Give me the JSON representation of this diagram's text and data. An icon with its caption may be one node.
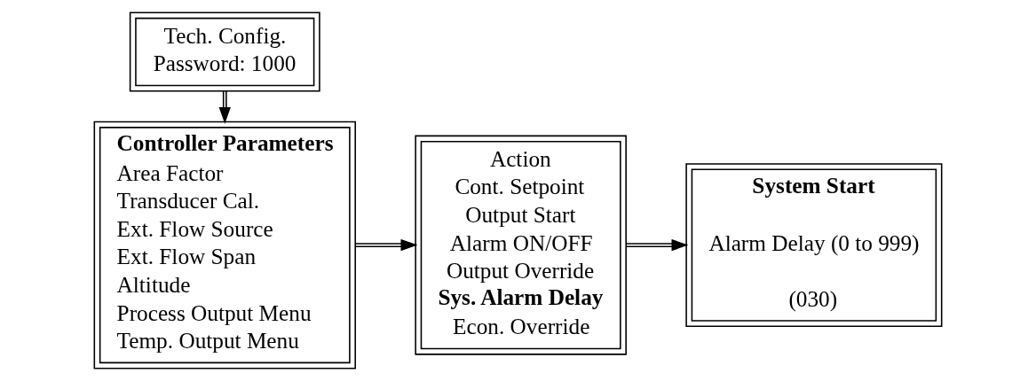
{
  "diagram": {
    "nodes": [
      {
        "text": [
          "Tech. Config.",
          "Password: 1000"
        ]
      },
      {
        "text": [
          "Controller Parameters",
          "Area Factor",
          "Transducer Cal.",
          "Ext. Flow Source",
          "Ext. Flow Span",
          "Altitude",
          "Process Output Menu",
          "Temp. Output Menu"
        ]
      },
      {
        "text": [
          "Action",
          "Cont. Setpoint",
          "Output Start",
          "Alarm ON/OFF",
          "Output Override",
          "Sys. Alarm Delay",
          "Econ. Override"
        ]
      },
      {
        "text": [
          "System Start",
          "Alarm Delay (0 to 999)",
          "(030)"
        ]
      }
    ],
    "edges": [
      {
        "from": 0,
        "to": 1,
        "arrow": "to"
      },
      {
        "from": 1,
        "to": 2,
        "arrow": "to"
      },
      {
        "from": 2,
        "to": 3,
        "arrow": "to"
      }
    ]
  }
}
